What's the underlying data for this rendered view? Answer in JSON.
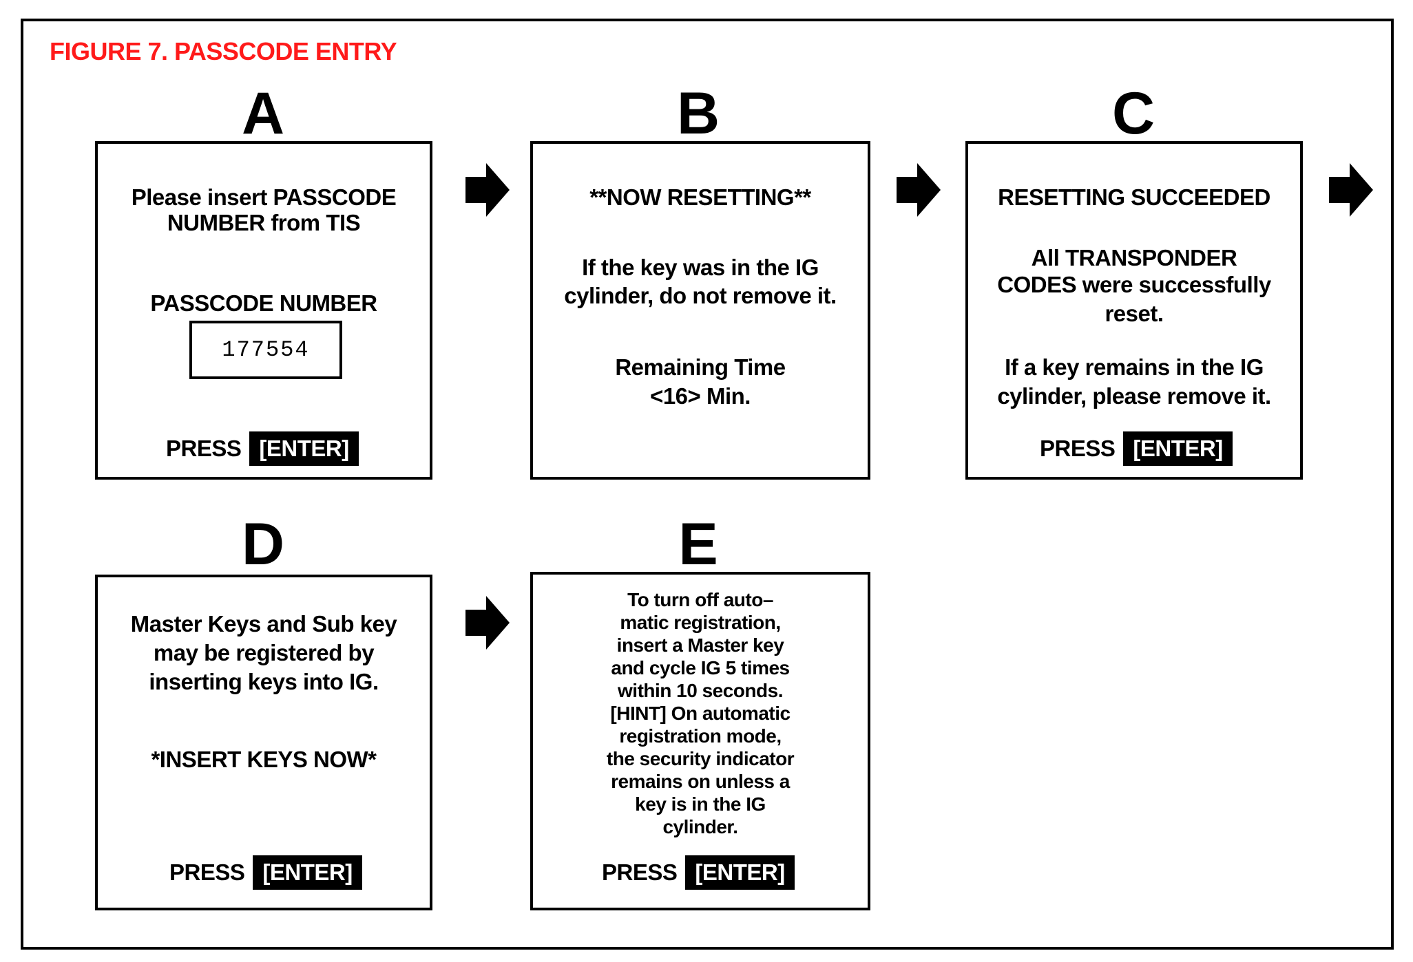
{
  "figure": {
    "title": "FIGURE 7.  PASSCODE ENTRY",
    "title_color": "#ff1a1a"
  },
  "panels": {
    "a": {
      "letter": "A",
      "instruction": [
        "Please insert PASSCODE",
        "NUMBER from TIS"
      ],
      "field_label": "PASSCODE NUMBER",
      "field_value": "177554",
      "press": "PRESS",
      "button": "[ENTER]"
    },
    "b": {
      "letter": "B",
      "status": "**NOW RESETTING**",
      "warning": [
        "If the key was in the IG",
        "cylinder, do not remove it."
      ],
      "time": [
        "Remaining Time",
        "<16> Min."
      ]
    },
    "c": {
      "letter": "C",
      "status": "RESETTING SUCCEEDED",
      "message": [
        "All TRANSPONDER",
        "CODES were successfully",
        "reset."
      ],
      "instruction": [
        "If a key remains in the IG",
        "cylinder, please remove it."
      ],
      "press": "PRESS",
      "button": "[ENTER]"
    },
    "d": {
      "letter": "D",
      "message": [
        "Master Keys and Sub key",
        "may be registered by",
        "inserting keys into IG."
      ],
      "prompt": "*INSERT KEYS NOW*",
      "press": "PRESS",
      "button": "[ENTER]"
    },
    "e": {
      "letter": "E",
      "lines": [
        "To turn off auto–",
        "matic registration,",
        "insert a Master key",
        "and cycle IG 5 times",
        "within 10 seconds.",
        "[HINT] On automatic",
        "registration mode,",
        "the security indicator",
        "remains on unless a",
        "key is in the IG",
        "cylinder."
      ],
      "press": "PRESS",
      "button": "[ENTER]"
    }
  },
  "arrows": [
    "arrow-right-icon",
    "arrow-right-icon",
    "arrow-right-icon",
    "arrow-right-icon"
  ]
}
